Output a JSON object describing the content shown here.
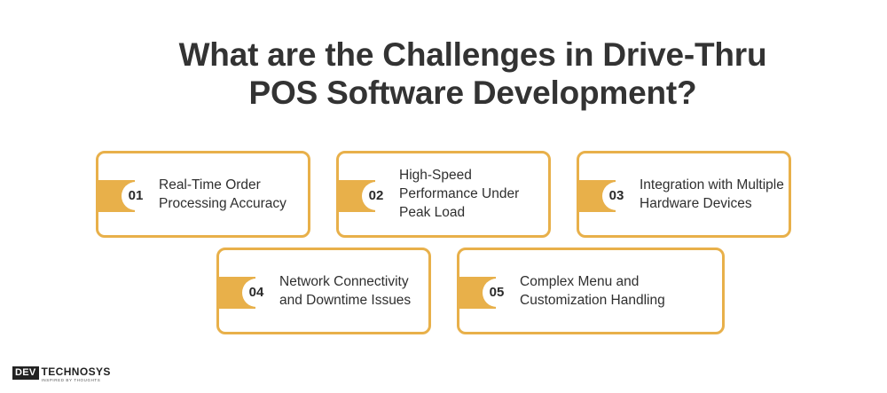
{
  "title": {
    "line1": "What are the Challenges in Drive-Thru",
    "line2": "POS Software Development?"
  },
  "accent_color": "#e8b04a",
  "items": [
    {
      "number": "01",
      "label": "Real-Time Order Processing Accuracy"
    },
    {
      "number": "02",
      "label": "High-Speed Performance Under Peak Load"
    },
    {
      "number": "03",
      "label": "Integration with Multiple Hardware Devices"
    },
    {
      "number": "04",
      "label": "Network Connectivity and Downtime Issues"
    },
    {
      "number": "05",
      "label": "Complex Menu and Customization Handling"
    }
  ],
  "logo": {
    "mark": "DEV",
    "brand": "TECHNOSYS",
    "tagline": "INSPIRED BY THOUGHTS"
  }
}
